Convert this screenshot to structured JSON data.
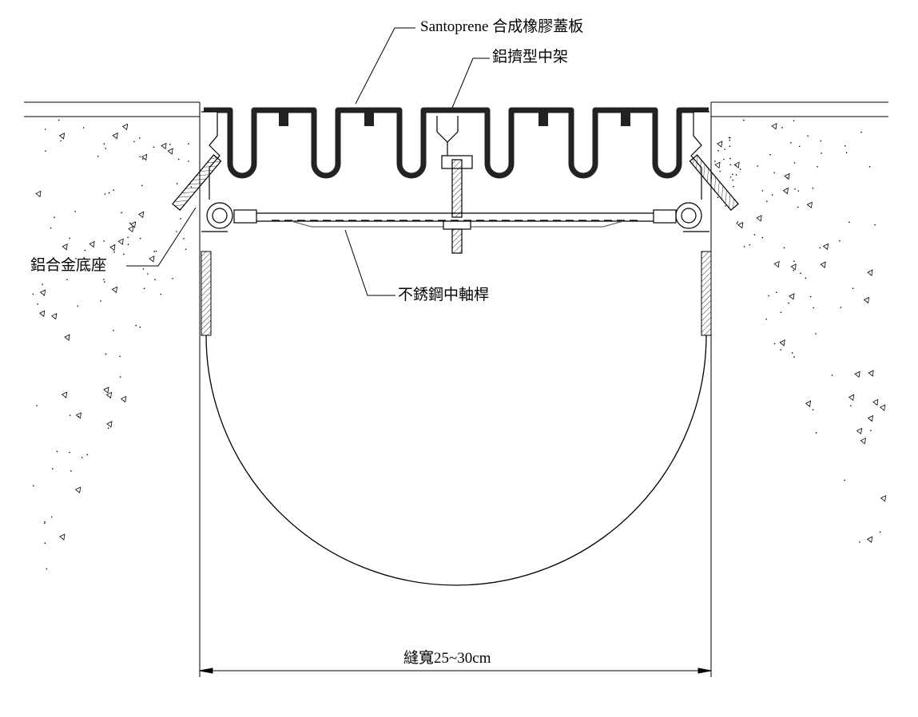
{
  "labels": {
    "cover": "Santoprene 合成橡膠蓋板",
    "center_frame": "鋁擠型中架",
    "base": "鋁合金底座",
    "shaft": "不銹鋼中軸桿",
    "width": "縫寬25~30cm"
  }
}
